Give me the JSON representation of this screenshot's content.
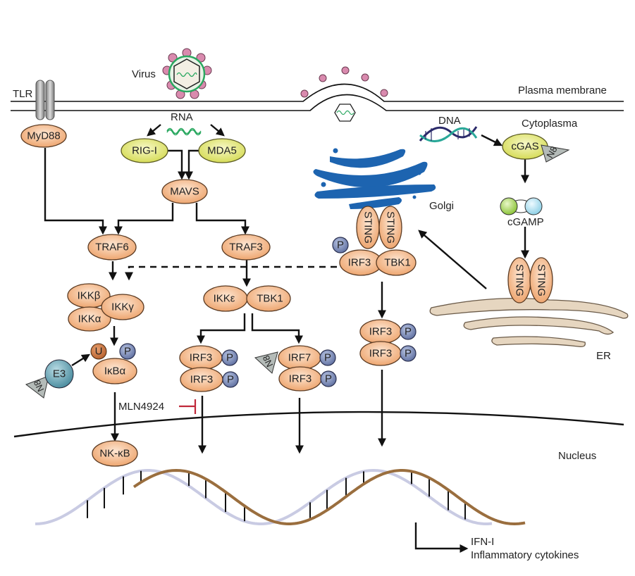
{
  "labels": {
    "virus": "Virus",
    "tlr": "TLR",
    "plasma_membrane": "Plasma membrane",
    "cytoplasma": "Cytoplasma",
    "rna": "RNA",
    "dna": "DNA",
    "golgi": "Golgi",
    "er": "ER",
    "nucleus": "Nucleus",
    "cgamp": "cGAMP",
    "mln4924": "MLN4924",
    "output_line1": "IFN-I",
    "output_line2": "Inflammatory cytokines"
  },
  "nodes": {
    "myd88": "MyD88",
    "rigi": "RIG-I",
    "mda5": "MDA5",
    "mavs": "MAVS",
    "traf6": "TRAF6",
    "traf3": "TRAF3",
    "ikkb": "IKKβ",
    "ikkg": "IKKγ",
    "ikka": "IKKα",
    "ikke": "IKKε",
    "tbk1": "TBK1",
    "u": "U",
    "p": "P",
    "ikba": "IκBα",
    "e3": "E3",
    "n8": "N8",
    "irf3": "IRF3",
    "irf7": "IRF7",
    "nfkb": "NK-κB",
    "cgas": "cGAS",
    "sting": "STING"
  },
  "colors": {
    "protein_orange": "#f2b487",
    "sensor_yellow": "#e3e77a",
    "phospho_blue": "#8090b8",
    "ubiquitin_brown": "#c77540",
    "e3_teal": "#5f9cad",
    "golgi_blue": "#1d64b0",
    "er_tan": "#e6d6c0",
    "inhibitor_red": "#c0283a",
    "virus_green": "#2aa860",
    "dna_brown": "#9a6e3e",
    "dna_lavender": "#c9cbe3"
  }
}
